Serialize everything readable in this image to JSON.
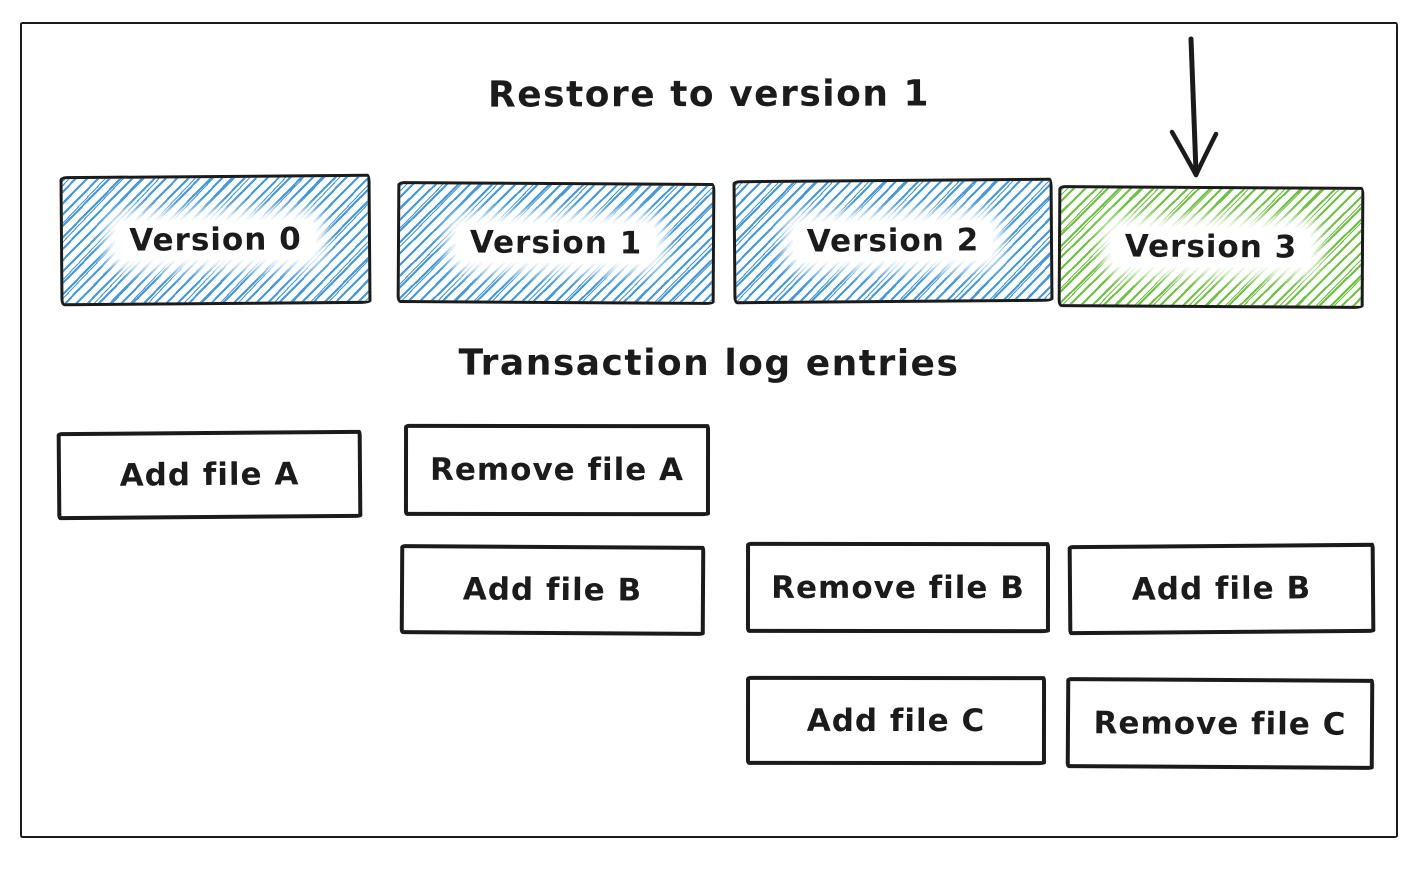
{
  "diagram": {
    "title": "Restore to version 1",
    "subtitle": "Transaction log entries",
    "colors": {
      "blue_hatch": "#4798d8",
      "green_hatch": "#6fbf45",
      "stroke": "#1b1b1b",
      "canvas_bg": "#ffffff"
    },
    "arrow": {
      "icon": "down-arrow-icon",
      "points_to": "Version 3"
    },
    "versions": [
      {
        "label": "Version 0",
        "fill": "blue"
      },
      {
        "label": "Version 1",
        "fill": "blue"
      },
      {
        "label": "Version 2",
        "fill": "blue"
      },
      {
        "label": "Version 3",
        "fill": "green"
      }
    ],
    "log_entries": [
      {
        "label": "Add file A",
        "column": 0,
        "row": 0
      },
      {
        "label": "Remove file A",
        "column": 1,
        "row": 0
      },
      {
        "label": "Add file B",
        "column": 1,
        "row": 1
      },
      {
        "label": "Remove file B",
        "column": 2,
        "row": 1
      },
      {
        "label": "Add file B",
        "column": 3,
        "row": 1
      },
      {
        "label": "Add file C",
        "column": 2,
        "row": 2
      },
      {
        "label": "Remove file C",
        "column": 3,
        "row": 2
      }
    ]
  }
}
